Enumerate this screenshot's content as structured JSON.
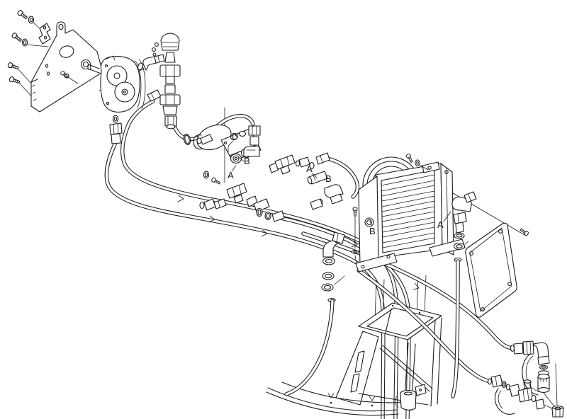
{
  "diagram": {
    "type": "exploded-parts-diagram",
    "colors": {
      "background": "#ffffff",
      "line": "#1c1c1c",
      "label": "#161616"
    },
    "port_labels": {
      "motor_d": "D",
      "motor_b": "B",
      "motor_a": "A",
      "line_a": "A",
      "line_b": "B",
      "cooler_b": "B",
      "cooler_a": "A"
    },
    "parts": [
      "mounting-plate",
      "support-bracket",
      "mounting-bolts",
      "gear-pump",
      "breather-cap-with-chain",
      "tee-fittings",
      "elbow-fittings",
      "o-ring",
      "hydraulic-motor",
      "snap-ring",
      "hose-clamps",
      "hydraulic-hoses",
      "oil-cooler-with-fan",
      "cooler-mounting-feet",
      "cover-plate",
      "steel-tubes",
      "support-stand",
      "quick-coupler",
      "flange-nut"
    ]
  }
}
